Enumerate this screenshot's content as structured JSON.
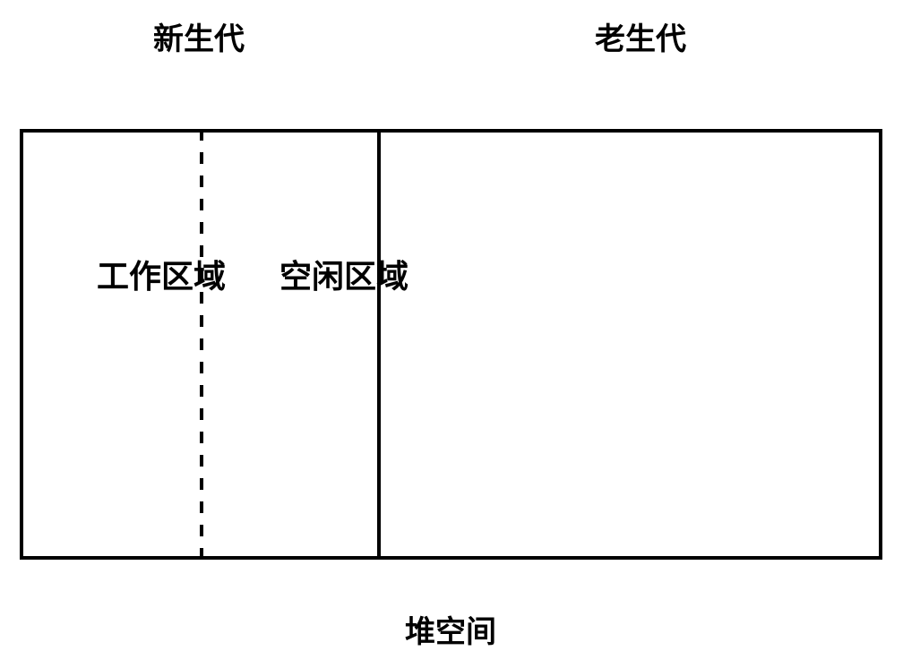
{
  "diagram": {
    "caption": "堆空间",
    "generations": [
      {
        "id": "young",
        "label": "新生代",
        "regions": [
          {
            "id": "working",
            "label": "工作区域"
          },
          {
            "id": "idle",
            "label": "空闲区域"
          }
        ]
      },
      {
        "id": "old",
        "label": "老生代",
        "regions": []
      }
    ],
    "dividers": {
      "generation_divider_style": "solid",
      "region_divider_style": "dashed"
    },
    "colors": {
      "background": "#ffffff",
      "stroke": "#000000",
      "text": "#000000"
    }
  }
}
